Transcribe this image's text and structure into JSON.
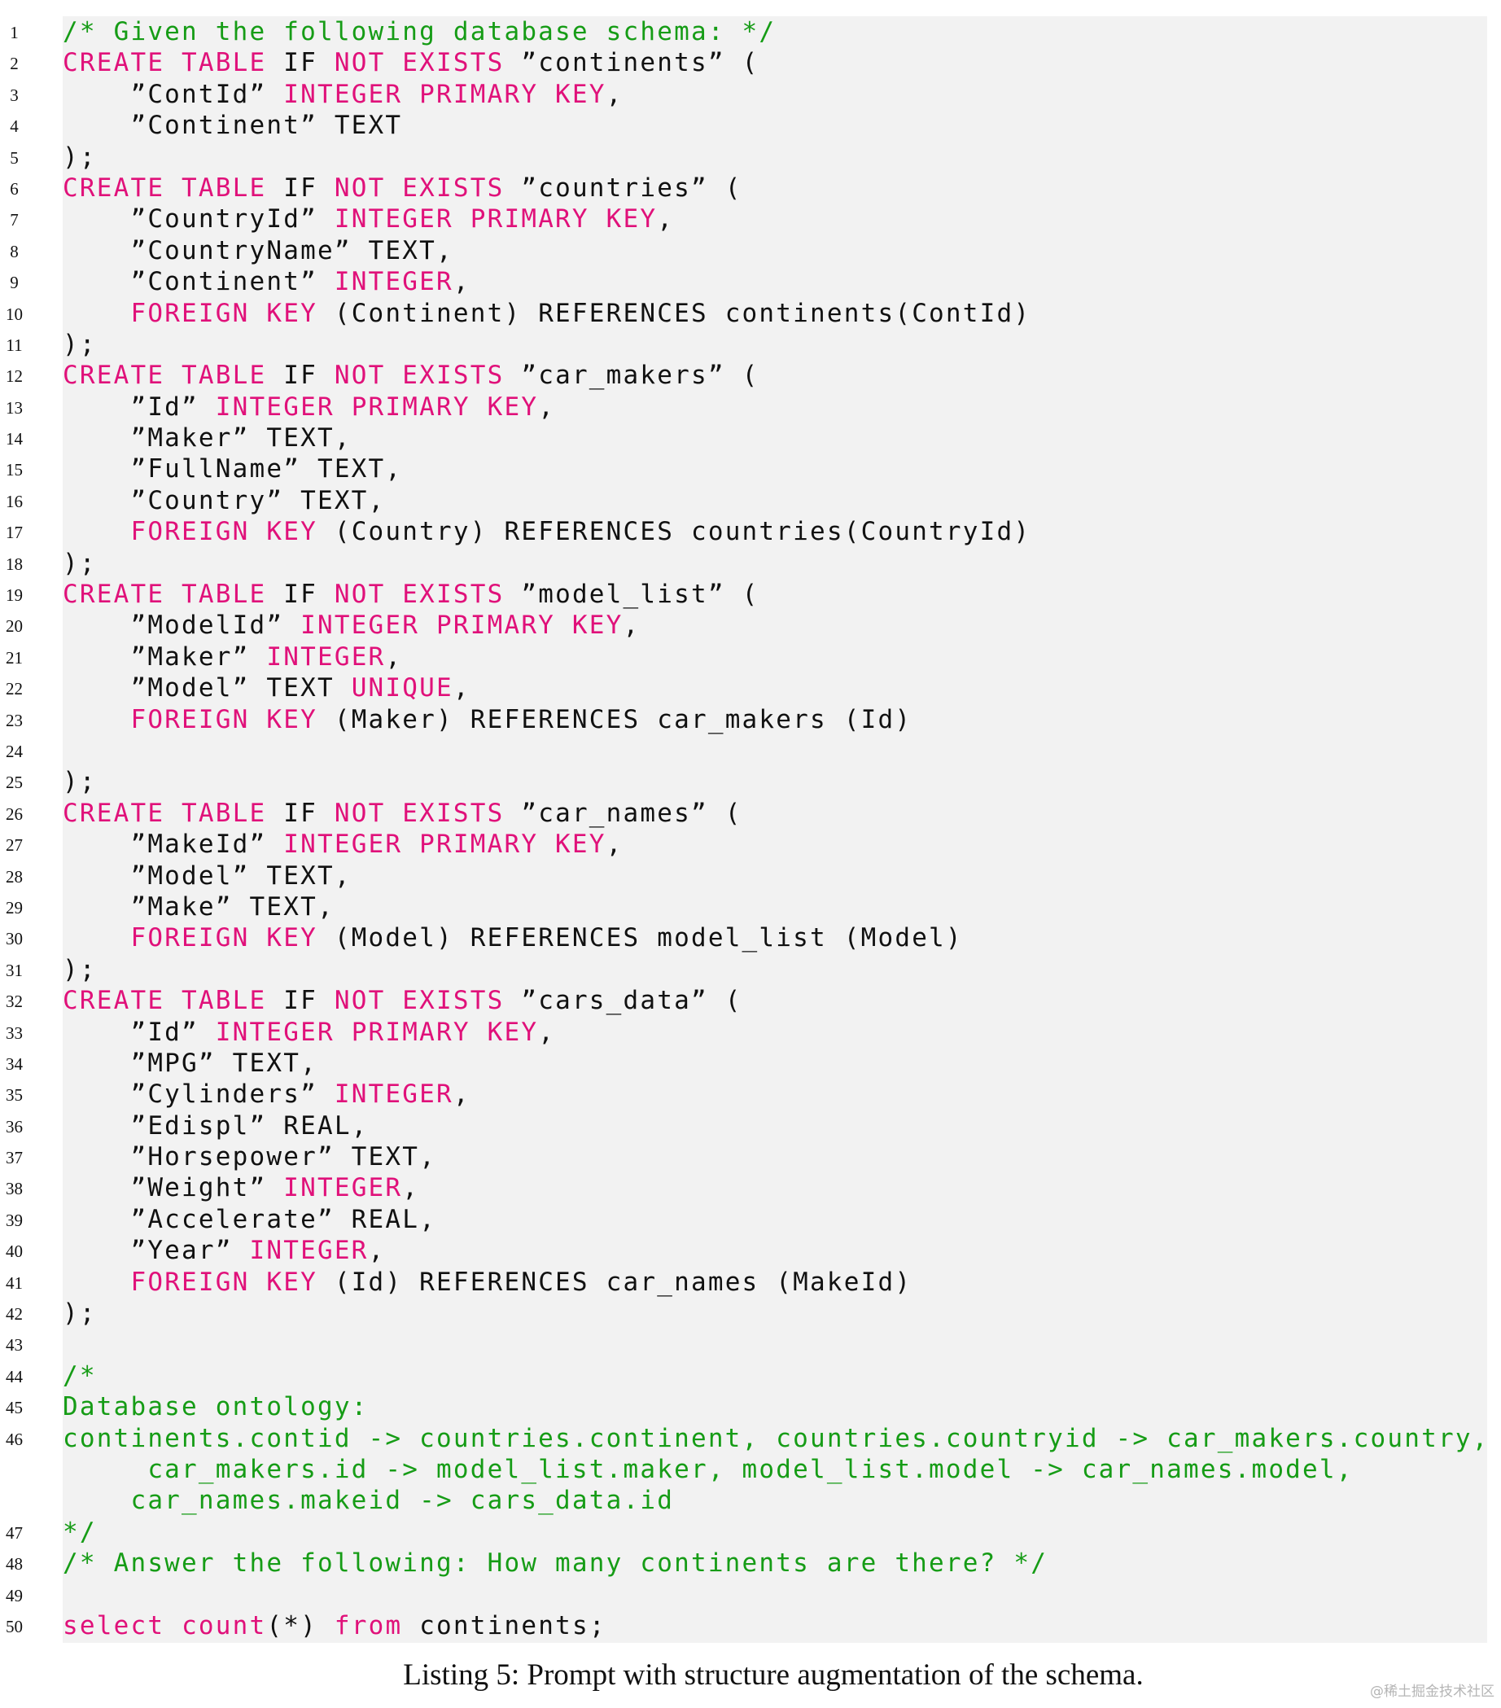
{
  "listing": {
    "lines": [
      {
        "number": "1",
        "segments": [
          {
            "t": "/* Given the following database schema: */",
            "c": "cm"
          }
        ]
      },
      {
        "number": "2",
        "segments": [
          {
            "t": "CREATE TABLE",
            "c": "kw"
          },
          {
            "t": " IF ",
            "c": "pl"
          },
          {
            "t": "NOT EXISTS",
            "c": "kw"
          },
          {
            "t": " ”continents” (",
            "c": "pl"
          }
        ]
      },
      {
        "number": "3",
        "segments": [
          {
            "t": "    ”ContId” ",
            "c": "pl"
          },
          {
            "t": "INTEGER PRIMARY KEY",
            "c": "kw"
          },
          {
            "t": ",",
            "c": "pl"
          }
        ]
      },
      {
        "number": "4",
        "segments": [
          {
            "t": "    ”Continent” TEXT",
            "c": "pl"
          }
        ]
      },
      {
        "number": "5",
        "segments": [
          {
            "t": ");",
            "c": "pl"
          }
        ]
      },
      {
        "number": "6",
        "segments": [
          {
            "t": "CREATE TABLE",
            "c": "kw"
          },
          {
            "t": " IF ",
            "c": "pl"
          },
          {
            "t": "NOT EXISTS",
            "c": "kw"
          },
          {
            "t": " ”countries” (",
            "c": "pl"
          }
        ]
      },
      {
        "number": "7",
        "segments": [
          {
            "t": "    ”CountryId” ",
            "c": "pl"
          },
          {
            "t": "INTEGER PRIMARY KEY",
            "c": "kw"
          },
          {
            "t": ",",
            "c": "pl"
          }
        ]
      },
      {
        "number": "8",
        "segments": [
          {
            "t": "    ”CountryName” TEXT,",
            "c": "pl"
          }
        ]
      },
      {
        "number": "9",
        "segments": [
          {
            "t": "    ”Continent” ",
            "c": "pl"
          },
          {
            "t": "INTEGER",
            "c": "kw"
          },
          {
            "t": ",",
            "c": "pl"
          }
        ]
      },
      {
        "number": "10",
        "segments": [
          {
            "t": "    ",
            "c": "pl"
          },
          {
            "t": "FOREIGN KEY",
            "c": "kw"
          },
          {
            "t": " (Continent) REFERENCES continents(ContId)",
            "c": "pl"
          }
        ]
      },
      {
        "number": "11",
        "segments": [
          {
            "t": ");",
            "c": "pl"
          }
        ]
      },
      {
        "number": "12",
        "segments": [
          {
            "t": "CREATE TABLE",
            "c": "kw"
          },
          {
            "t": " IF ",
            "c": "pl"
          },
          {
            "t": "NOT EXISTS",
            "c": "kw"
          },
          {
            "t": " ”car_makers” (",
            "c": "pl"
          }
        ]
      },
      {
        "number": "13",
        "segments": [
          {
            "t": "    ”Id” ",
            "c": "pl"
          },
          {
            "t": "INTEGER PRIMARY KEY",
            "c": "kw"
          },
          {
            "t": ",",
            "c": "pl"
          }
        ]
      },
      {
        "number": "14",
        "segments": [
          {
            "t": "    ”Maker” TEXT,",
            "c": "pl"
          }
        ]
      },
      {
        "number": "15",
        "segments": [
          {
            "t": "    ”FullName” TEXT,",
            "c": "pl"
          }
        ]
      },
      {
        "number": "16",
        "segments": [
          {
            "t": "    ”Country” TEXT,",
            "c": "pl"
          }
        ]
      },
      {
        "number": "17",
        "segments": [
          {
            "t": "    ",
            "c": "pl"
          },
          {
            "t": "FOREIGN KEY",
            "c": "kw"
          },
          {
            "t": " (Country) REFERENCES countries(CountryId)",
            "c": "pl"
          }
        ]
      },
      {
        "number": "18",
        "segments": [
          {
            "t": ");",
            "c": "pl"
          }
        ]
      },
      {
        "number": "19",
        "segments": [
          {
            "t": "CREATE TABLE",
            "c": "kw"
          },
          {
            "t": " IF ",
            "c": "pl"
          },
          {
            "t": "NOT EXISTS",
            "c": "kw"
          },
          {
            "t": " ”model_list” (",
            "c": "pl"
          }
        ]
      },
      {
        "number": "20",
        "segments": [
          {
            "t": "    ”ModelId” ",
            "c": "pl"
          },
          {
            "t": "INTEGER PRIMARY KEY",
            "c": "kw"
          },
          {
            "t": ",",
            "c": "pl"
          }
        ]
      },
      {
        "number": "21",
        "segments": [
          {
            "t": "    ”Maker” ",
            "c": "pl"
          },
          {
            "t": "INTEGER",
            "c": "kw"
          },
          {
            "t": ",",
            "c": "pl"
          }
        ]
      },
      {
        "number": "22",
        "segments": [
          {
            "t": "    ”Model” TEXT ",
            "c": "pl"
          },
          {
            "t": "UNIQUE",
            "c": "kw"
          },
          {
            "t": ",",
            "c": "pl"
          }
        ]
      },
      {
        "number": "23",
        "segments": [
          {
            "t": "    ",
            "c": "pl"
          },
          {
            "t": "FOREIGN KEY",
            "c": "kw"
          },
          {
            "t": " (Maker) REFERENCES car_makers (Id)",
            "c": "pl"
          }
        ]
      },
      {
        "number": "24",
        "segments": []
      },
      {
        "number": "25",
        "segments": [
          {
            "t": ");",
            "c": "pl"
          }
        ]
      },
      {
        "number": "26",
        "segments": [
          {
            "t": "CREATE TABLE",
            "c": "kw"
          },
          {
            "t": " IF ",
            "c": "pl"
          },
          {
            "t": "NOT EXISTS",
            "c": "kw"
          },
          {
            "t": " ”car_names” (",
            "c": "pl"
          }
        ]
      },
      {
        "number": "27",
        "segments": [
          {
            "t": "    ”MakeId” ",
            "c": "pl"
          },
          {
            "t": "INTEGER PRIMARY KEY",
            "c": "kw"
          },
          {
            "t": ",",
            "c": "pl"
          }
        ]
      },
      {
        "number": "28",
        "segments": [
          {
            "t": "    ”Model” TEXT,",
            "c": "pl"
          }
        ]
      },
      {
        "number": "29",
        "segments": [
          {
            "t": "    ”Make” TEXT,",
            "c": "pl"
          }
        ]
      },
      {
        "number": "30",
        "segments": [
          {
            "t": "    ",
            "c": "pl"
          },
          {
            "t": "FOREIGN KEY",
            "c": "kw"
          },
          {
            "t": " (Model) REFERENCES model_list (Model)",
            "c": "pl"
          }
        ]
      },
      {
        "number": "31",
        "segments": [
          {
            "t": ");",
            "c": "pl"
          }
        ]
      },
      {
        "number": "32",
        "segments": [
          {
            "t": "CREATE TABLE",
            "c": "kw"
          },
          {
            "t": " IF ",
            "c": "pl"
          },
          {
            "t": "NOT EXISTS",
            "c": "kw"
          },
          {
            "t": " ”cars_data” (",
            "c": "pl"
          }
        ]
      },
      {
        "number": "33",
        "segments": [
          {
            "t": "    ”Id” ",
            "c": "pl"
          },
          {
            "t": "INTEGER PRIMARY KEY",
            "c": "kw"
          },
          {
            "t": ",",
            "c": "pl"
          }
        ]
      },
      {
        "number": "34",
        "segments": [
          {
            "t": "    ”MPG” TEXT,",
            "c": "pl"
          }
        ]
      },
      {
        "number": "35",
        "segments": [
          {
            "t": "    ”Cylinders” ",
            "c": "pl"
          },
          {
            "t": "INTEGER",
            "c": "kw"
          },
          {
            "t": ",",
            "c": "pl"
          }
        ]
      },
      {
        "number": "36",
        "segments": [
          {
            "t": "    ”Edispl” REAL,",
            "c": "pl"
          }
        ]
      },
      {
        "number": "37",
        "segments": [
          {
            "t": "    ”Horsepower” TEXT,",
            "c": "pl"
          }
        ]
      },
      {
        "number": "38",
        "segments": [
          {
            "t": "    ”Weight” ",
            "c": "pl"
          },
          {
            "t": "INTEGER",
            "c": "kw"
          },
          {
            "t": ",",
            "c": "pl"
          }
        ]
      },
      {
        "number": "39",
        "segments": [
          {
            "t": "    ”Accelerate” REAL,",
            "c": "pl"
          }
        ]
      },
      {
        "number": "40",
        "segments": [
          {
            "t": "    ”Year” ",
            "c": "pl"
          },
          {
            "t": "INTEGER",
            "c": "kw"
          },
          {
            "t": ",",
            "c": "pl"
          }
        ]
      },
      {
        "number": "41",
        "segments": [
          {
            "t": "    ",
            "c": "pl"
          },
          {
            "t": "FOREIGN KEY",
            "c": "kw"
          },
          {
            "t": " (Id) REFERENCES car_names (MakeId)",
            "c": "pl"
          }
        ]
      },
      {
        "number": "42",
        "segments": [
          {
            "t": ");",
            "c": "pl"
          }
        ]
      },
      {
        "number": "43",
        "segments": []
      },
      {
        "number": "44",
        "segments": [
          {
            "t": "/*",
            "c": "cm"
          }
        ]
      },
      {
        "number": "45",
        "segments": [
          {
            "t": "Database ontology:",
            "c": "cm"
          }
        ]
      },
      {
        "number": "46",
        "segments": [
          {
            "t": "continents.contid -> countries.continent, countries.countryid -> car_makers.country,",
            "c": "cm"
          }
        ]
      },
      {
        "number": "",
        "segments": [
          {
            "t": "     car_makers.id -> model_list.maker, model_list.model -> car_names.model,",
            "c": "cm"
          }
        ]
      },
      {
        "number": "",
        "segments": [
          {
            "t": "    car_names.makeid -> cars_data.id",
            "c": "cm"
          }
        ]
      },
      {
        "number": "47",
        "segments": [
          {
            "t": "*/",
            "c": "cm"
          }
        ]
      },
      {
        "number": "48",
        "segments": [
          {
            "t": "/* Answer the following: How many continents are there? */",
            "c": "cm"
          }
        ]
      },
      {
        "number": "49",
        "segments": []
      },
      {
        "number": "50",
        "segments": [
          {
            "t": "select",
            "c": "kw"
          },
          {
            "t": " ",
            "c": "pl"
          },
          {
            "t": "count",
            "c": "kw"
          },
          {
            "t": "(*) ",
            "c": "pl"
          },
          {
            "t": "from",
            "c": "kw"
          },
          {
            "t": " continents;",
            "c": "pl"
          }
        ]
      }
    ]
  },
  "caption": "Listing 5: Prompt with structure augmentation of the schema.",
  "watermark": "@稀土掘金技术社区",
  "colors": {
    "keyword": "#e0117a",
    "comment": "#169c16",
    "plain": "#111111",
    "listing_background": "#f2f2f2"
  }
}
